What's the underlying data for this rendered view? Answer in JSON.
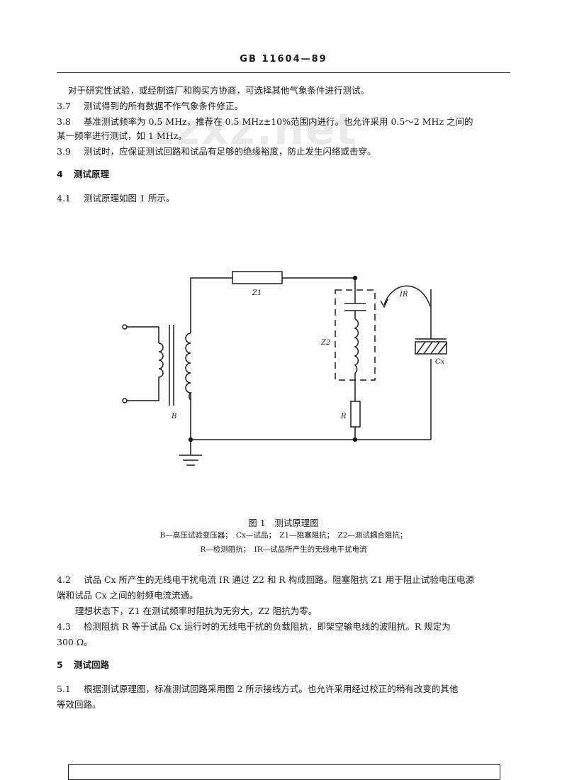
{
  "header": "GB 11604—89",
  "watermark": "zzxz.net",
  "lines": {
    "l1": "对于研究性试验，或经制造厂和购买方协商，可选择其他气象条件进行测试。",
    "s37_num": "3.7",
    "s37_text": "测试得到的所有数据不作气象条件修正。",
    "s38_num": "3.8",
    "s38_text": "基准测试频率为 0.5 MHz，推荐在 0.5 MHz±10%范围内进行。也允许采用 0.5～2 MHz 之间的",
    "s38_cont": "某一频率进行测试，如 1 MHz。",
    "s39_num": "3.9",
    "s39_text": "测试时，应保证测试回路和试品有足够的绝缘裕度，防止发生闪络或击穿。",
    "sec4_num": "4",
    "sec4_title": "测试原理",
    "s41_num": "4.1",
    "s41_text": "测试原理如图 1 所示。",
    "s42_num": "4.2",
    "s42_text": "试品 Cx 所产生的无线电干扰电流 IR 通过 Z2 和 R 构成回路。阻塞阻抗 Z1 用于阻止试验电压电源",
    "s42_cont": "端和试品 Cx 之间的射频电流流通。",
    "s42_para": "理想状态下，Z1 在测试频率时阻抗为无穷大，Z2 阻抗为零。",
    "s43_num": "4.3",
    "s43_text": "检测阻抗 R 等于试品 Cx 运行时的无线电干扰的负载阻抗，即架空输电线的波阻抗。R 规定为",
    "s43_cont": "300 Ω。",
    "sec5_num": "5",
    "sec5_title": "测试回路",
    "s51_num": "5.1",
    "s51_text": "根据测试原理图，标准测试回路采用图 2 所示接线方式。也允许采用经过校正的稍有改变的其他",
    "s51_cont": "等效回路。"
  },
  "figure": {
    "labels": {
      "z1": "Z1",
      "z2": "Z2",
      "b": "B",
      "r": "R",
      "ir": "IR",
      "cx": "Cx"
    },
    "title": "图 1　测试原理图",
    "legend1": "B—高压试验变压器；　Cx—试品；　Z1—阻塞阻抗；　Z2—测试耦合阻抗；",
    "legend2": "R—检测阻抗；　IR—试品所产生的无线电干扰电流"
  }
}
